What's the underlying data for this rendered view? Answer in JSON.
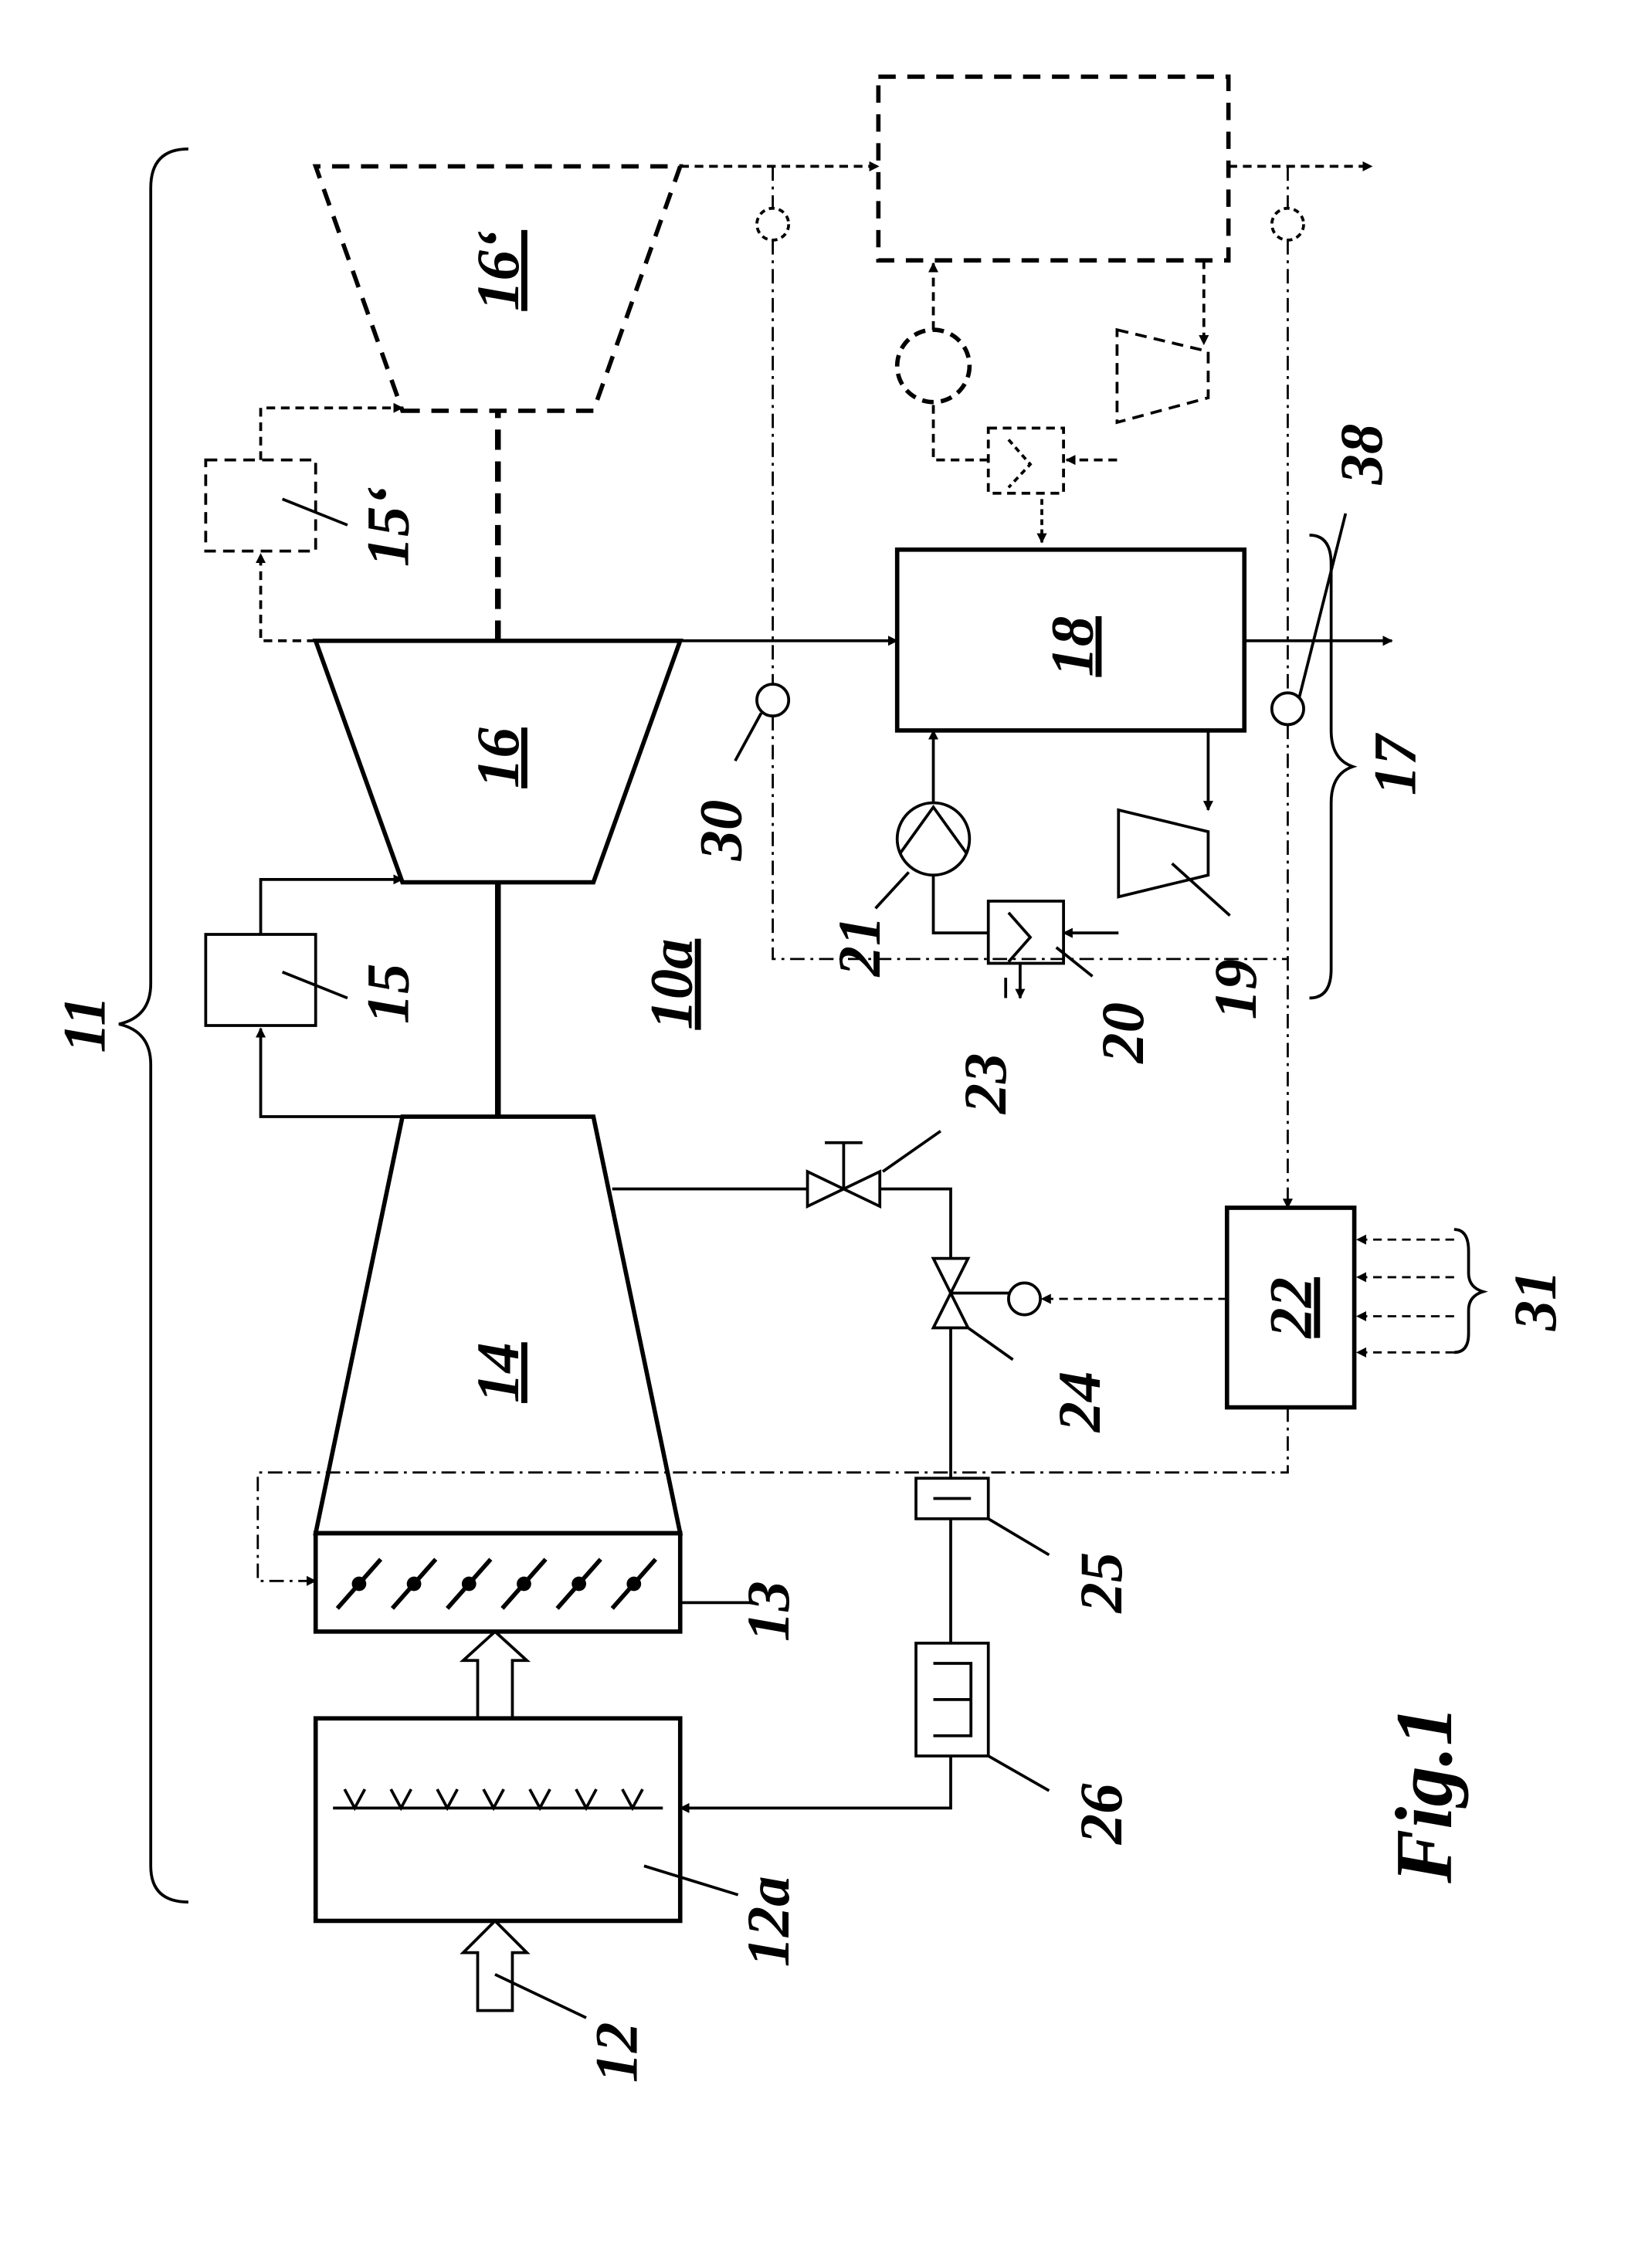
{
  "figure": {
    "caption": "Fig.1",
    "labels": {
      "l11": "11",
      "l12": "12",
      "l12a": "12a",
      "l13": "13",
      "l14": "14",
      "l15": "15",
      "l15p": "15‘",
      "l16": "16",
      "l16p": "16‘",
      "l17": "17",
      "l18": "18",
      "l19": "19",
      "l20": "20",
      "l21": "21",
      "l22": "22",
      "l23": "23",
      "l24": "24",
      "l25": "25",
      "l26": "26",
      "l30": "30",
      "l31": "31",
      "l38": "38",
      "l10a": "10a"
    }
  }
}
